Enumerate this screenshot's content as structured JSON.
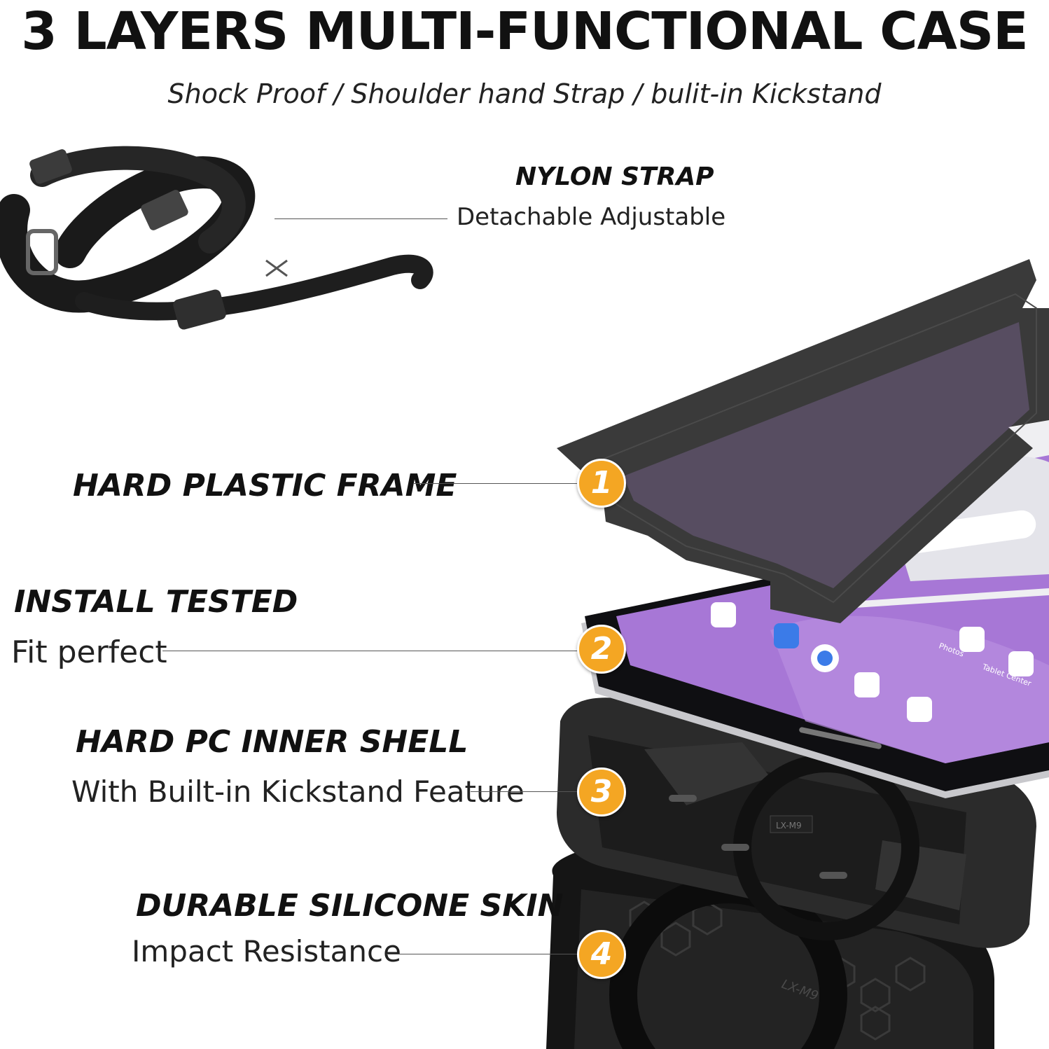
{
  "title": "3 LAYERS MULTI-FUNCTIONAL CASE",
  "subtitle": "Shock Proof / Shoulder hand Strap / bulit-in Kickstand",
  "strap": {
    "heading": "NYLON STRAP",
    "sub": "Detachable Adjustable"
  },
  "layers": [
    {
      "number": "1",
      "heading": "HARD PLASTIC FRAME",
      "sub": ""
    },
    {
      "number": "2",
      "heading": "INSTALL TESTED",
      "sub": "Fit perfect"
    },
    {
      "number": "3",
      "heading": "HARD PC INNER SHELL",
      "sub": "With Built-in Kickstand Feature"
    },
    {
      "number": "4",
      "heading": "DURABLE SILICONE SKIN",
      "sub": "Impact Resistance"
    }
  ],
  "case_marking": "LX-M9",
  "tablet_apps": [
    "Photos",
    "Tablet Center"
  ],
  "colors": {
    "badge": "#f4a623",
    "screen": "#a777d6",
    "case": "#1c1c1c",
    "frame": "#3a3a3a"
  }
}
